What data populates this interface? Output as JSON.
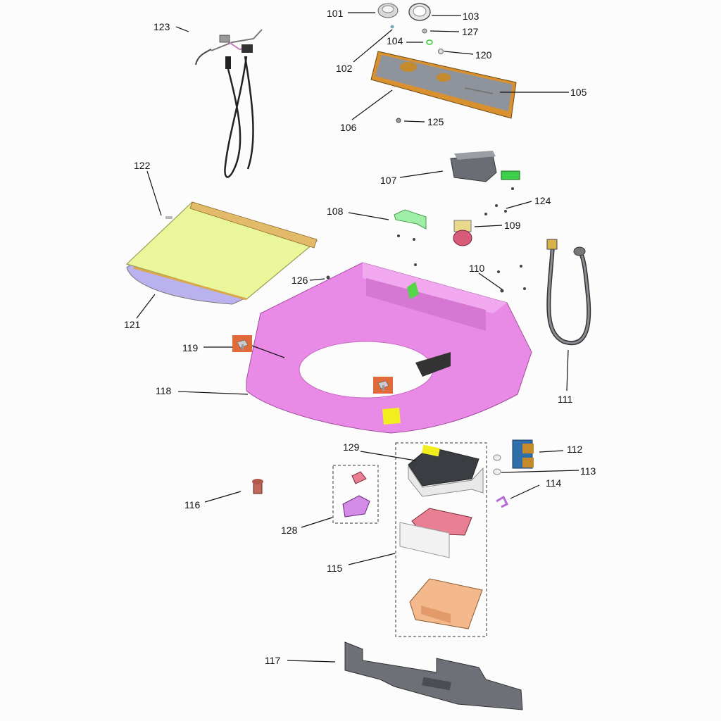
{
  "diagram": {
    "parts": [
      {
        "id": "101"
      },
      {
        "id": "102"
      },
      {
        "id": "103"
      },
      {
        "id": "104"
      },
      {
        "id": "105"
      },
      {
        "id": "106"
      },
      {
        "id": "107"
      },
      {
        "id": "108"
      },
      {
        "id": "109"
      },
      {
        "id": "110"
      },
      {
        "id": "111"
      },
      {
        "id": "112"
      },
      {
        "id": "113"
      },
      {
        "id": "114"
      },
      {
        "id": "115"
      },
      {
        "id": "116"
      },
      {
        "id": "117"
      },
      {
        "id": "118"
      },
      {
        "id": "119"
      },
      {
        "id": "120"
      },
      {
        "id": "121"
      },
      {
        "id": "122"
      },
      {
        "id": "123"
      },
      {
        "id": "124"
      },
      {
        "id": "125"
      },
      {
        "id": "126"
      },
      {
        "id": "127"
      },
      {
        "id": "128"
      },
      {
        "id": "129"
      }
    ],
    "colors": {
      "top_cabinet": "#e98ae6",
      "lid_glass": "#e9f79a",
      "lid_frame": "#b9b2ee",
      "control_panel": "#8f949c",
      "panel_trim": "#d9902e",
      "highlight_orange": "#e06a3a",
      "highlight_yellow": "#f2ee1e",
      "dispenser_pink": "#e87f92",
      "dispenser_tan": "#f3b98c",
      "bracket_green": "#9ff0a6",
      "base_plate": "#6d7076"
    }
  }
}
